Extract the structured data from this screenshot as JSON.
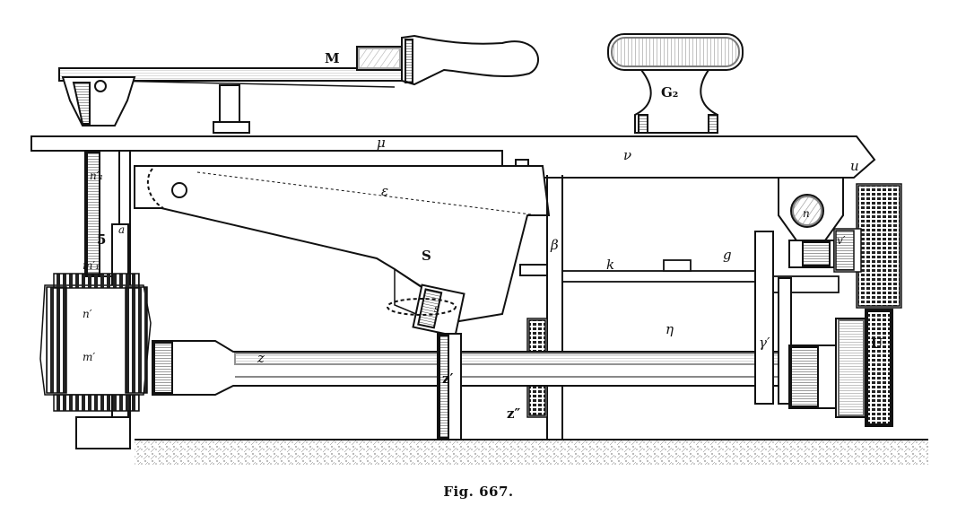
{
  "figure": {
    "caption": "Fig. 667.",
    "labels": {
      "M": "M",
      "G2": "G₂",
      "mu": "μ",
      "nu": "ν",
      "u": "u",
      "epsilon": "ε",
      "S": "S",
      "s": "s",
      "beta": "β",
      "k": "k",
      "g": "g",
      "n": "n",
      "v_prime": "v′",
      "eta": "η",
      "gamma_prime": "γ′",
      "U": "U",
      "z": "z",
      "z_prime": "z′",
      "z_double_prime": "z″",
      "n_prime_1": "n′₁",
      "m_prime_1": "m′₁",
      "n_prime": "n′",
      "m_prime": "m′",
      "a": "a",
      "five": "5"
    }
  }
}
